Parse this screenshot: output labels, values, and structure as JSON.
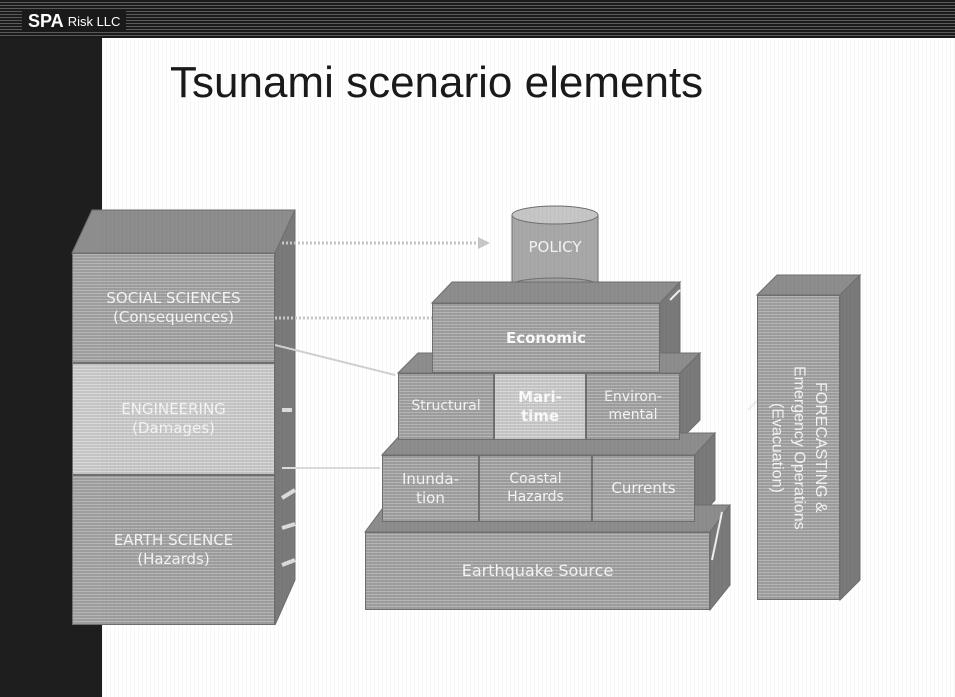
{
  "header": {
    "brand_bold": "SPA",
    "brand_rest": "Risk LLC"
  },
  "slide": {
    "title": "Tsunami scenario elements",
    "left_stack": [
      {
        "line1": "SOCIAL SCIENCES",
        "line2": "(Consequences)"
      },
      {
        "line1": "ENGINEERING",
        "line2": "(Damages)"
      },
      {
        "line1": "EARTH SCIENCE",
        "line2": "(Hazards)"
      }
    ],
    "pyramid": {
      "policy": "POLICY",
      "economic": "Economic",
      "row3": [
        {
          "line1": "Structural",
          "line2": ""
        },
        {
          "line1": "Mari-",
          "line2": "time"
        },
        {
          "line1": "Environ-",
          "line2": "mental"
        }
      ],
      "row4": [
        {
          "line1": "Inunda-",
          "line2": "tion"
        },
        {
          "line1": "Coastal",
          "line2": "Hazards"
        },
        {
          "line1": "Currents",
          "line2": ""
        }
      ],
      "base": "Earthquake Source"
    },
    "right_column": {
      "line1": "FORECASTING &",
      "line2": "Emergency Operations",
      "line3": "(Evacuation)"
    }
  },
  "colors": {
    "bar": "#1e1e1e",
    "block_face": "#aaaaaa",
    "block_top": "#8a8a8a",
    "block_side": "#767676",
    "text": "#f4f4f4"
  }
}
